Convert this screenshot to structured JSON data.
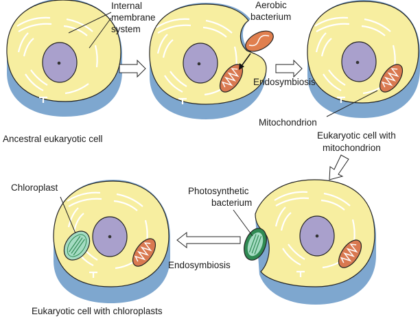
{
  "labels": {
    "internal_membrane_line1": "Internal",
    "internal_membrane_line2": "membrane",
    "internal_membrane_line3": "system",
    "aerobic_line1": "Aerobic",
    "aerobic_line2": "bacterium",
    "endosymbiosis_top": "Endosymbiosis",
    "mitochondrion": "Mitochondrion",
    "ancestral": "Ancestral eukaryotic cell",
    "euk_mito_line1": "Eukaryotic cell with",
    "euk_mito_line2": "mitochondrion",
    "chloroplast": "Chloroplast",
    "photo_line1": "Photosynthetic",
    "photo_line2": "bacterium",
    "endosymbiosis_bottom": "Endosymbiosis",
    "euk_chloro": "Eukaryotic cell with chloroplasts"
  },
  "colors": {
    "cytoplasm": "#f7eea0",
    "membrane_blue": "#7ea7cf",
    "nucleus": "#a9a0cc",
    "mitochondrion": "#d97950",
    "aerobic_bacterium": "#e07f4e",
    "chloroplast": "#a5dcc3",
    "photosynthetic_bacterium": "#2f8a53"
  }
}
